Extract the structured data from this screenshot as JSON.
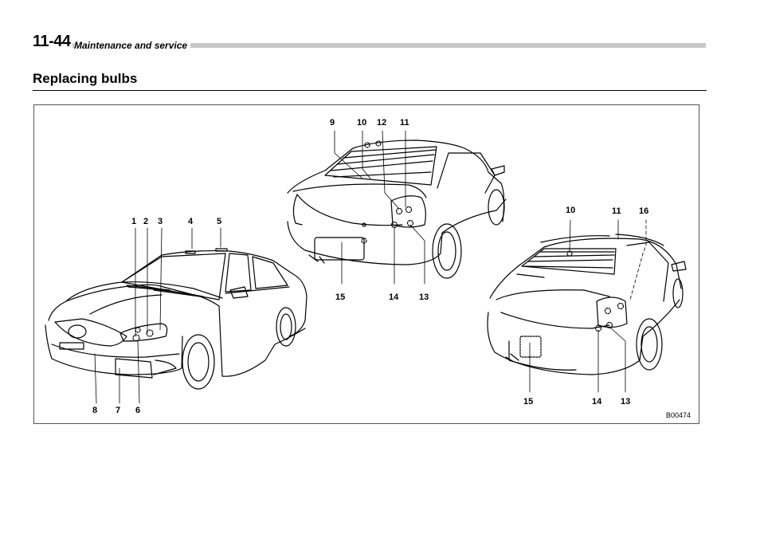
{
  "header": {
    "page_number": "11-44",
    "section": "Maintenance and service"
  },
  "page_title": "Replacing bulbs",
  "figure": {
    "id": "B00474",
    "sedan_front_labels": [
      "1",
      "2",
      "3",
      "4",
      "5",
      "8",
      "7",
      "6"
    ],
    "sedan_rear_labels": [
      "9",
      "10",
      "12",
      "11",
      "15",
      "14",
      "13"
    ],
    "wagon_rear_labels": [
      "10",
      "11",
      "16",
      "15",
      "14",
      "13"
    ]
  }
}
